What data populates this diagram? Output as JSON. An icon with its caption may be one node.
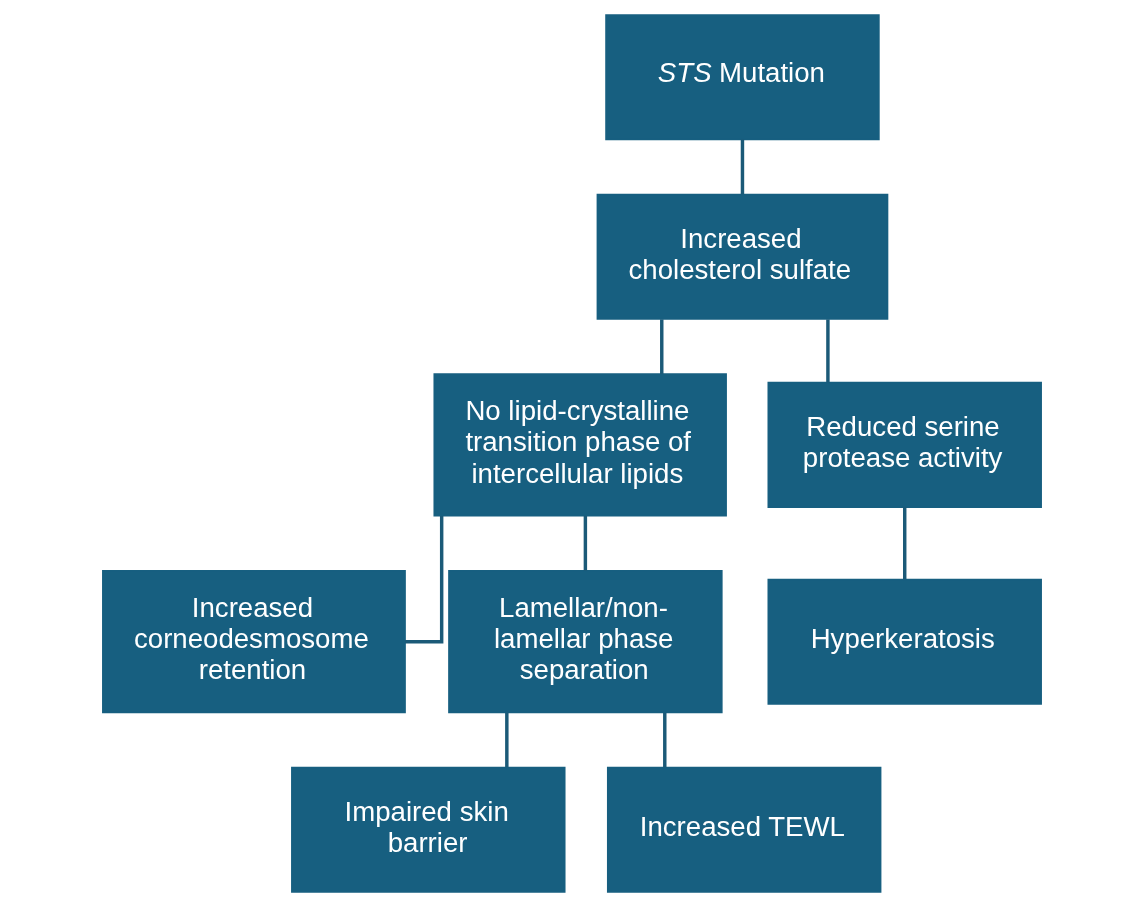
{
  "diagram": {
    "nodes": [
      {
        "text": [
          "*STS* Mutation"
        ]
      },
      {
        "text": [
          "Increased cholesterol sulfate"
        ]
      },
      {
        "text": [
          "No lipid-crystalline transition phase of intercellular lipids"
        ]
      },
      {
        "text": [
          "Reduced serine protease activity"
        ]
      },
      {
        "text": [
          "Increased corneodesmosome retention"
        ]
      },
      {
        "text": [
          "Lamellar/non-lamellar phase separation"
        ]
      },
      {
        "text": [
          "Hyperkeratosis"
        ]
      },
      {
        "text": [
          "Impaired skin barrier"
        ]
      },
      {
        "text": [
          "Increased TEWL"
        ]
      }
    ],
    "edges": [
      {
        "from": 0,
        "to": 1,
        "arrow": "none"
      },
      {
        "from": 1,
        "to": 2,
        "arrow": "none"
      },
      {
        "from": 1,
        "to": 3,
        "arrow": "none"
      },
      {
        "from": 2,
        "to": 4,
        "arrow": "none"
      },
      {
        "from": 2,
        "to": 5,
        "arrow": "none"
      },
      {
        "from": 3,
        "to": 6,
        "arrow": "none"
      },
      {
        "from": 5,
        "to": 7,
        "arrow": "none"
      },
      {
        "from": 5,
        "to": 8,
        "arrow": "none"
      }
    ]
  }
}
